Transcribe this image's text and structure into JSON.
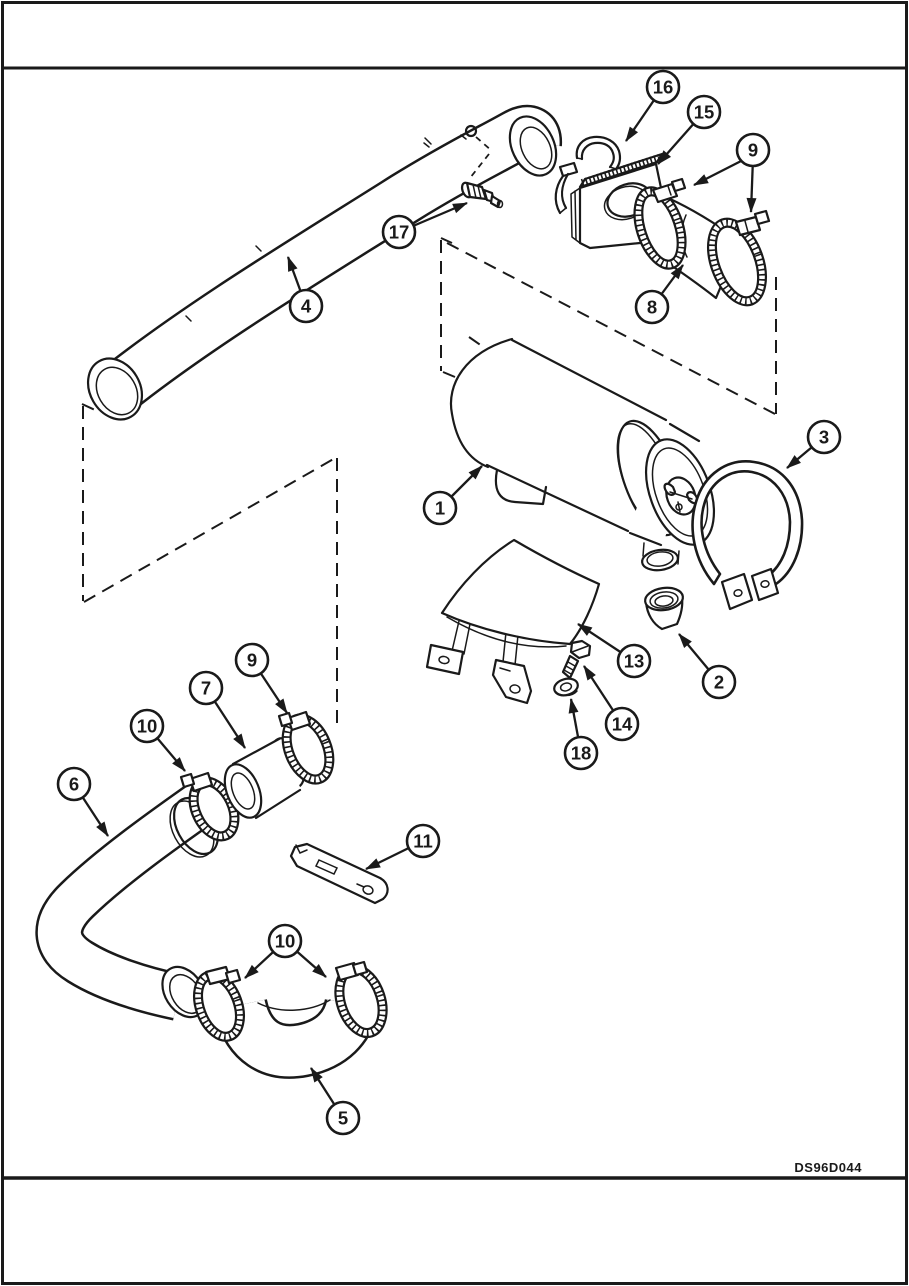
{
  "colors": {
    "paper": "#ffffff",
    "ink": "#1a1a1a"
  },
  "figure": {
    "code": "DS96D044"
  },
  "callouts": {
    "b1": "1",
    "b2": "2",
    "b3": "3",
    "b4": "4",
    "b5": "5",
    "b6": "6",
    "b7": "7",
    "b8": "8",
    "b9_top": "9",
    "b9_lower": "9",
    "b10_upper": "10",
    "b10_bottom": "10",
    "b11": "11",
    "b13": "13",
    "b14": "14",
    "b15": "15",
    "b16": "16",
    "b17": "17",
    "b18": "18"
  }
}
